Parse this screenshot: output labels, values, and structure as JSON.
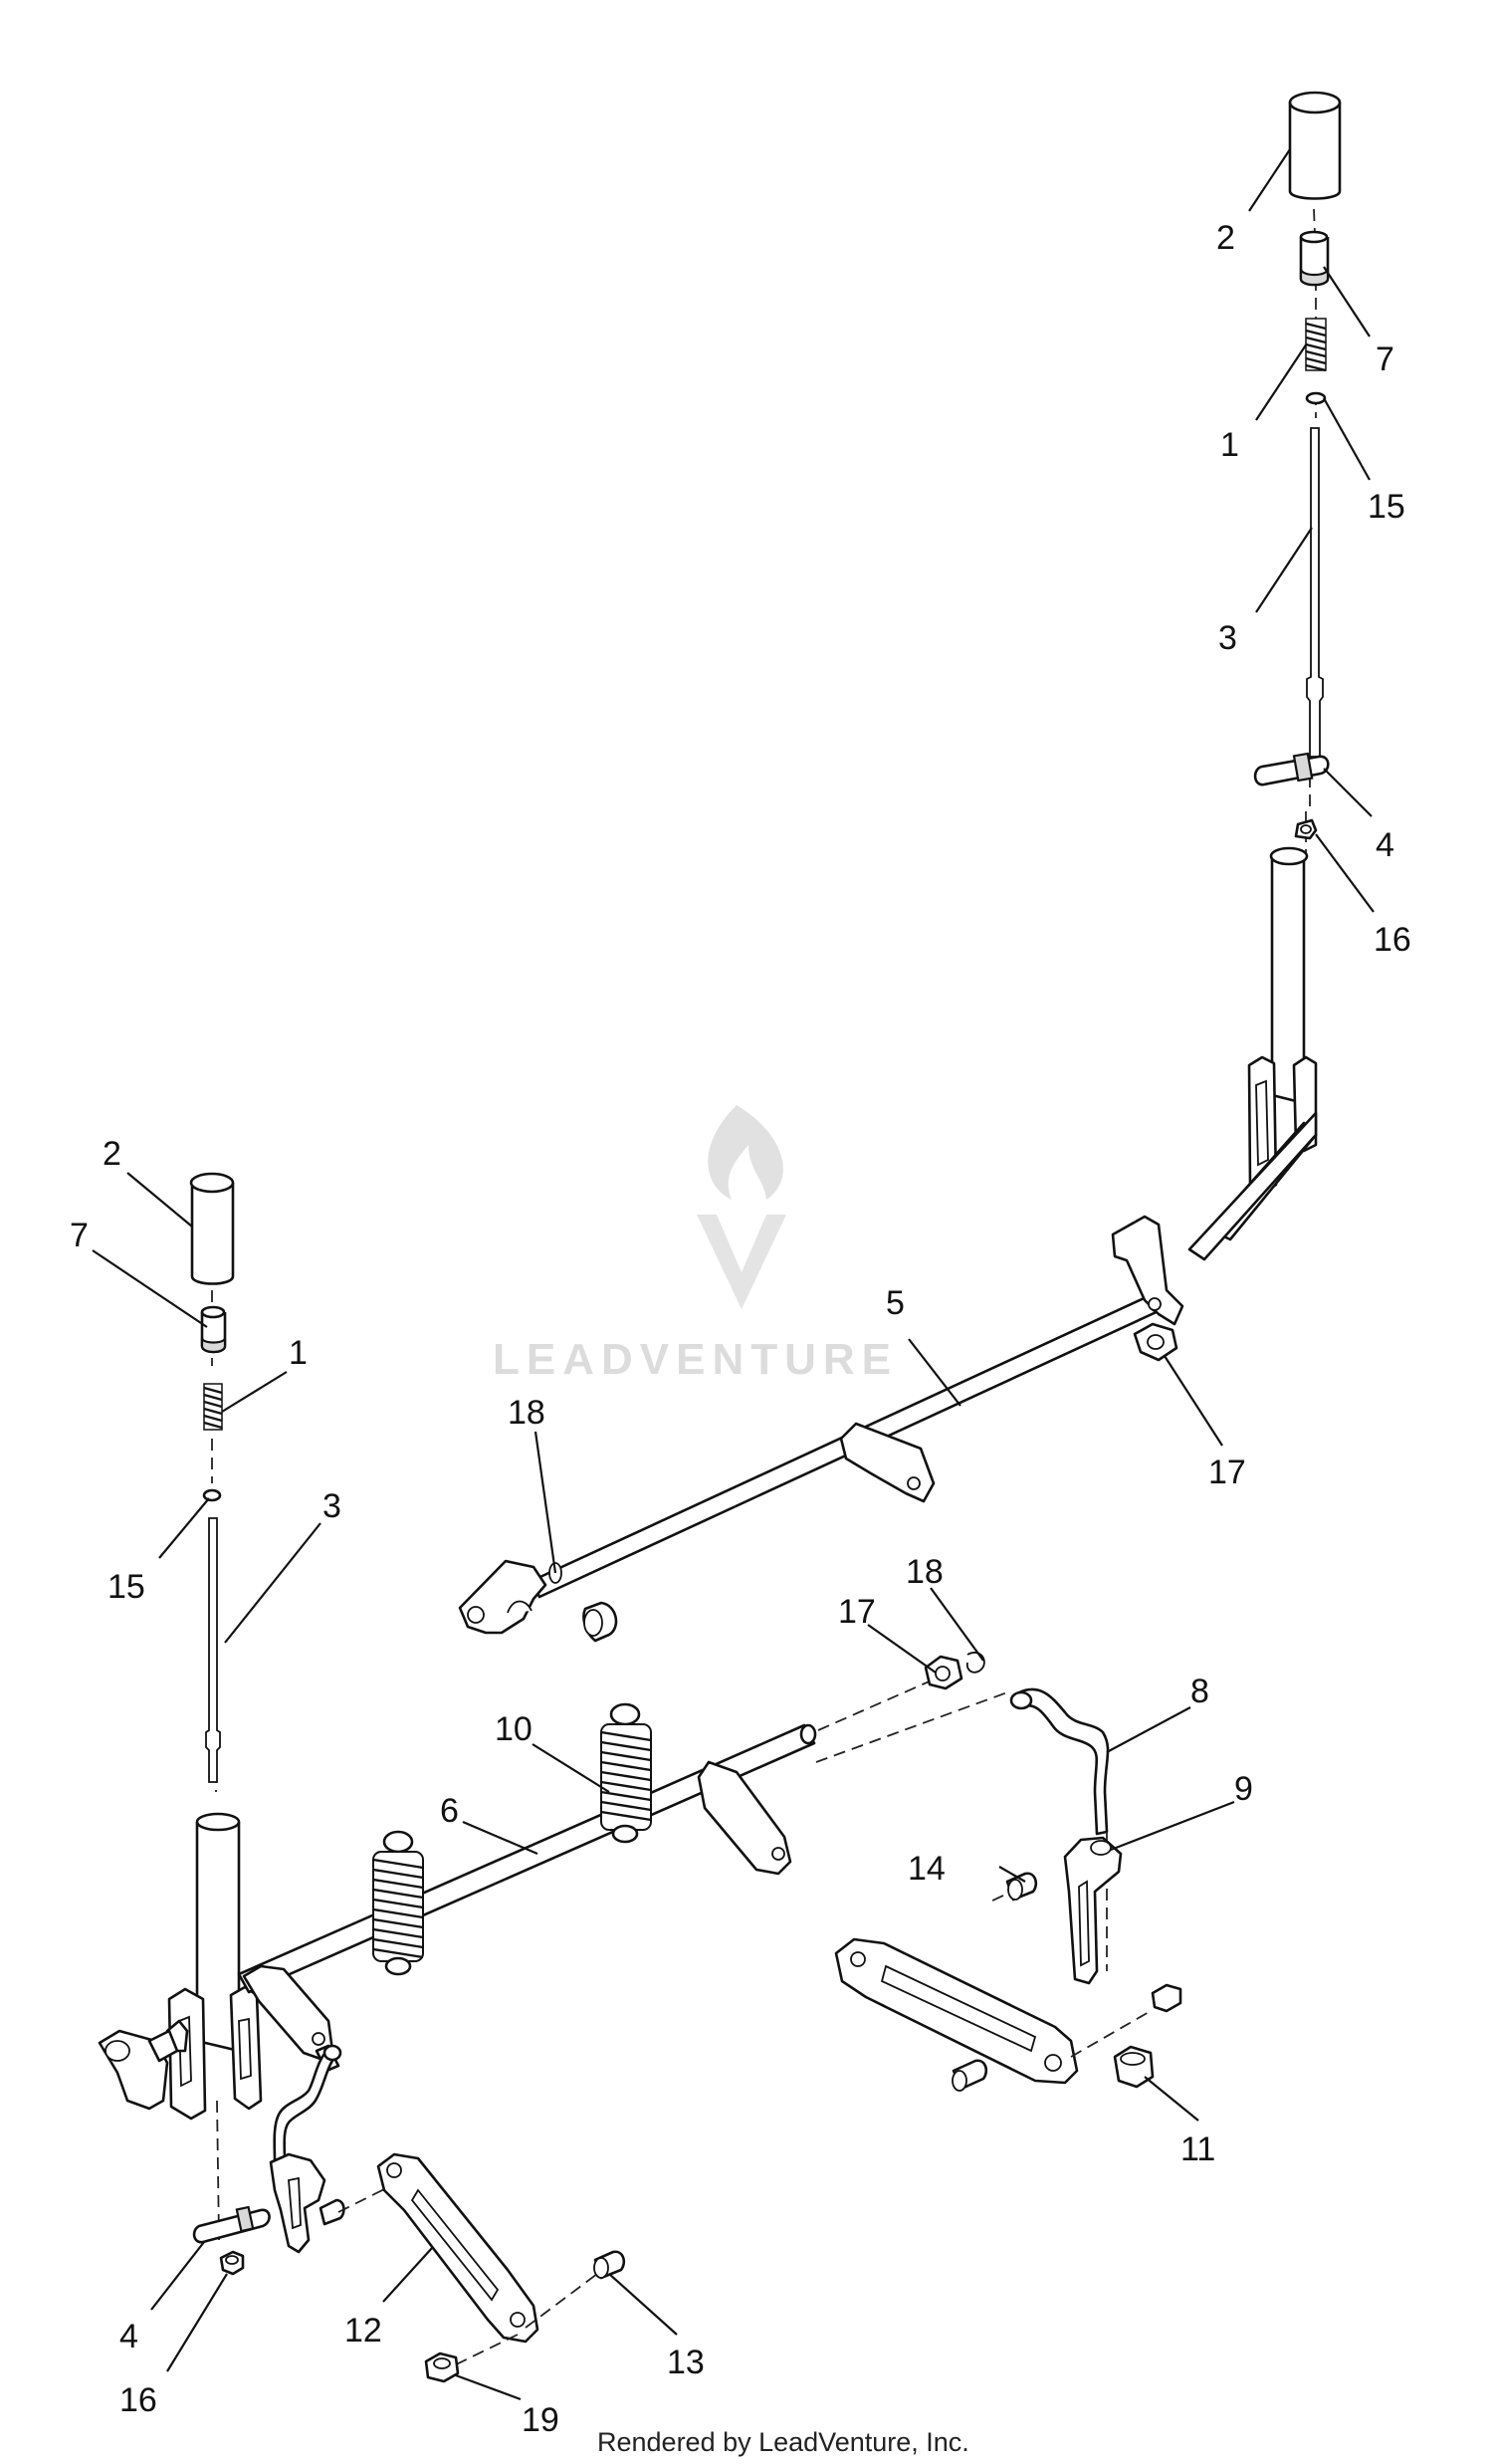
{
  "watermark": {
    "text": "LEADVENTURE"
  },
  "footer": {
    "text": "Rendered by LeadVenture, Inc."
  },
  "callouts": {
    "right_2": "2",
    "right_7": "7",
    "right_1": "1",
    "right_15": "15",
    "right_3": "3",
    "right_4": "4",
    "right_16": "16",
    "shaft_5": "5",
    "nut_17_right": "17",
    "clip_18_left": "18",
    "left_2": "2",
    "left_7": "7",
    "left_1": "1",
    "left_15": "15",
    "left_3": "3",
    "clip_18_center": "18",
    "nut_17_center": "17",
    "spring_10": "10",
    "shaft_6": "6",
    "link_8": "8",
    "bracket_9": "9",
    "pin_14": "14",
    "nut_11": "11",
    "left_4": "4",
    "left_16": "16",
    "bracket_12": "12",
    "pin_13": "13",
    "nut_19": "19"
  }
}
